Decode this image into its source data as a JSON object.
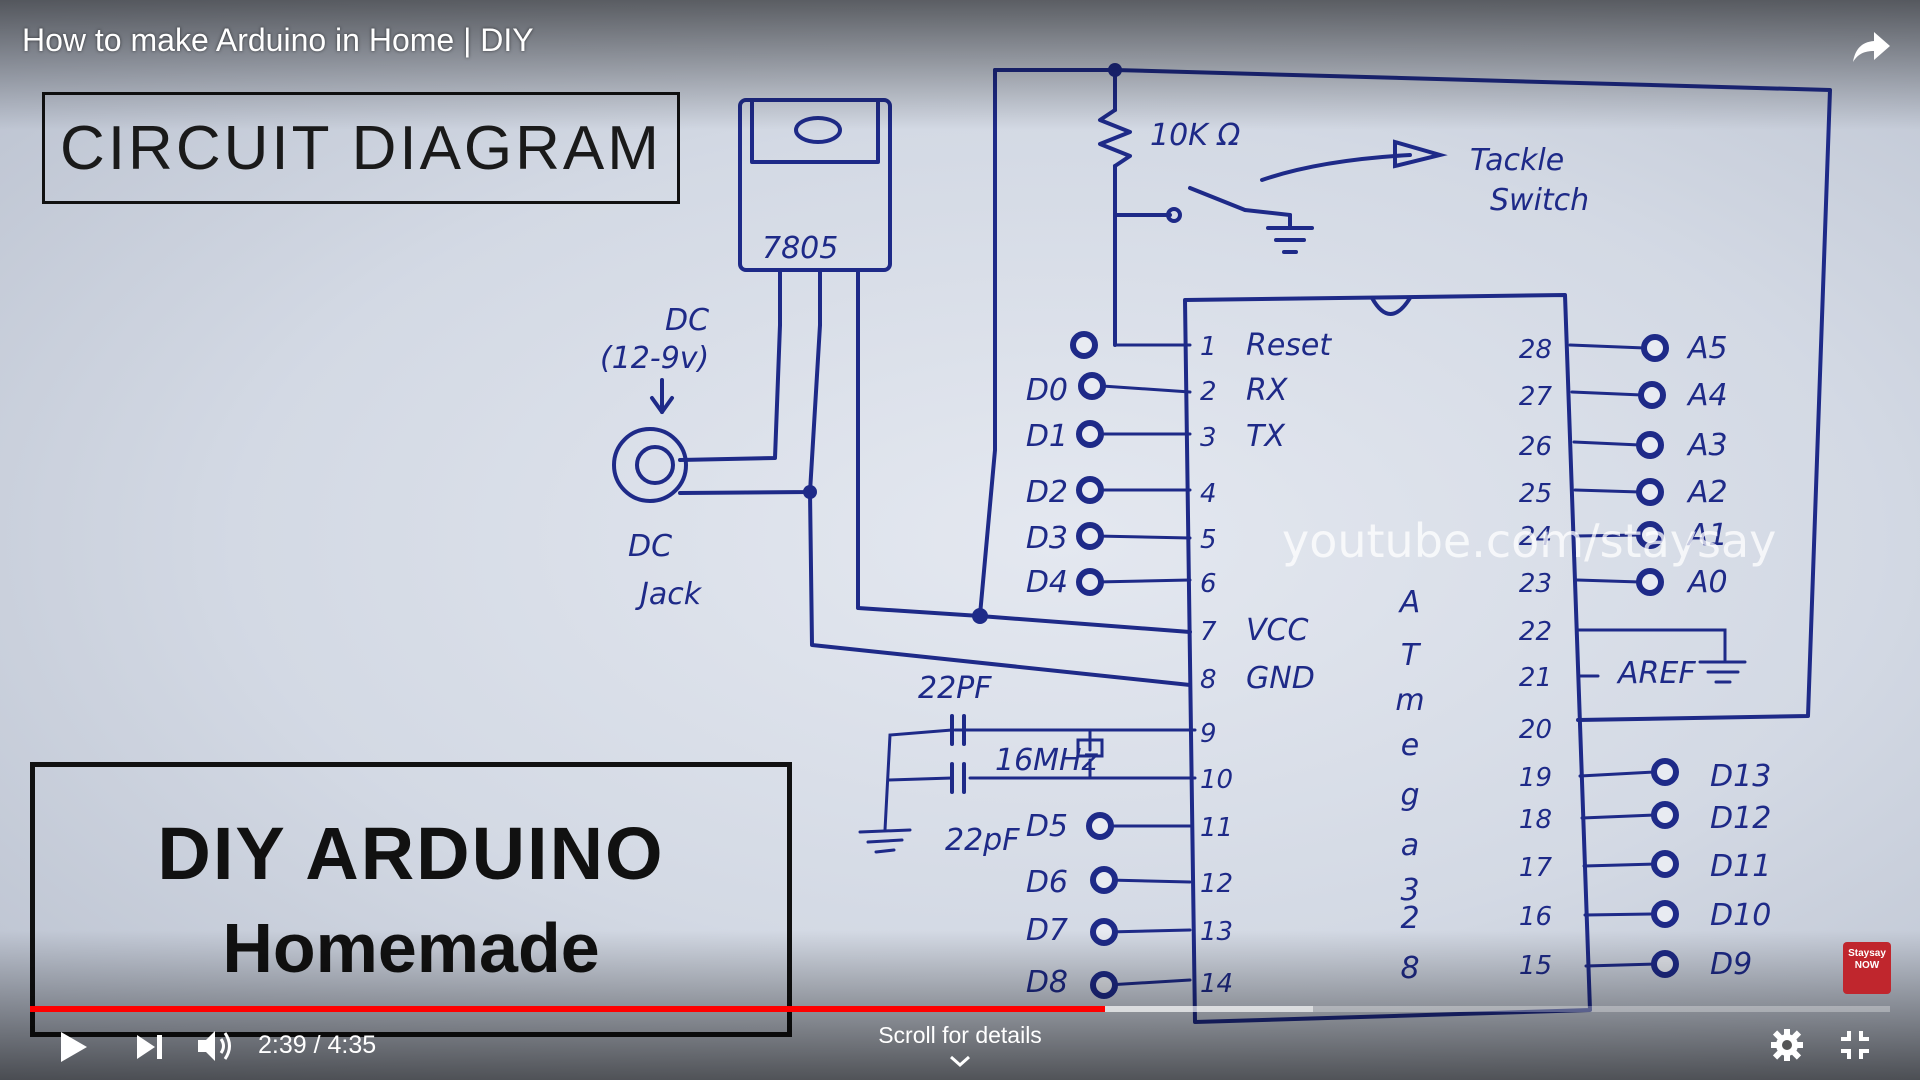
{
  "video": {
    "title": "How to make Arduino in Home | DIY",
    "current_time": "2:39",
    "duration": "4:35",
    "time_display": "2:39 / 4:35",
    "progress_percent": 57.8,
    "buffered_percent": 69,
    "scroll_hint": "Scroll for details"
  },
  "frame": {
    "title_box": "CIRCUIT DIAGRAM",
    "footer_line1": "DIY ARDUINO",
    "footer_line2": "Homemade",
    "watermark": "youtube.com/staysay",
    "channel_logo": "Staysay NOW",
    "regulator": "7805",
    "resistor": "10K Ω",
    "switch_label_1": "Tackle",
    "switch_label_2": "Switch",
    "dc_label": "DC",
    "dc_voltage": "(12-9v)",
    "jack_label_1": "DC",
    "jack_label_2": "Jack",
    "chip_name": [
      "A",
      "T",
      "m",
      "e",
      "g",
      "a",
      "3",
      "2",
      "8"
    ],
    "cap_top": "22PF",
    "cap_bottom": "22pF",
    "crystal": "16MHz",
    "aref": "AREF",
    "left_pins": [
      {
        "pin": "1",
        "label": "Reset",
        "io": ""
      },
      {
        "pin": "2",
        "label": "RX",
        "io": "D0"
      },
      {
        "pin": "3",
        "label": "TX",
        "io": "D1"
      },
      {
        "pin": "4",
        "label": "",
        "io": "D2"
      },
      {
        "pin": "5",
        "label": "",
        "io": "D3"
      },
      {
        "pin": "6",
        "label": "",
        "io": "D4"
      },
      {
        "pin": "7",
        "label": "VCC",
        "io": ""
      },
      {
        "pin": "8",
        "label": "GND",
        "io": ""
      },
      {
        "pin": "9",
        "label": "",
        "io": ""
      },
      {
        "pin": "10",
        "label": "",
        "io": ""
      },
      {
        "pin": "11",
        "label": "",
        "io": "D5"
      },
      {
        "pin": "12",
        "label": "",
        "io": "D6"
      },
      {
        "pin": "13",
        "label": "",
        "io": "D7"
      },
      {
        "pin": "14",
        "label": "",
        "io": "D8"
      }
    ],
    "right_pins": [
      {
        "pin": "28",
        "io": "A5"
      },
      {
        "pin": "27",
        "io": "A4"
      },
      {
        "pin": "26",
        "io": "A3"
      },
      {
        "pin": "25",
        "io": "A2"
      },
      {
        "pin": "24",
        "io": "A1"
      },
      {
        "pin": "23",
        "io": "A0"
      },
      {
        "pin": "22",
        "io": ""
      },
      {
        "pin": "21",
        "io": ""
      },
      {
        "pin": "20",
        "io": ""
      },
      {
        "pin": "19",
        "io": "D13"
      },
      {
        "pin": "18",
        "io": "D12"
      },
      {
        "pin": "17",
        "io": "D11"
      },
      {
        "pin": "16",
        "io": "D10"
      },
      {
        "pin": "15",
        "io": "D9"
      }
    ]
  },
  "icons": {
    "share": "share-icon",
    "play": "play-icon",
    "next": "next-icon",
    "volume": "volume-icon",
    "settings": "gear-icon",
    "exit_fullscreen": "exit-fullscreen-icon",
    "chevron": "chevron-down-icon"
  },
  "colors": {
    "progress": "#ff0000",
    "ink": "#1e2a88",
    "logo": "#c0262d"
  }
}
